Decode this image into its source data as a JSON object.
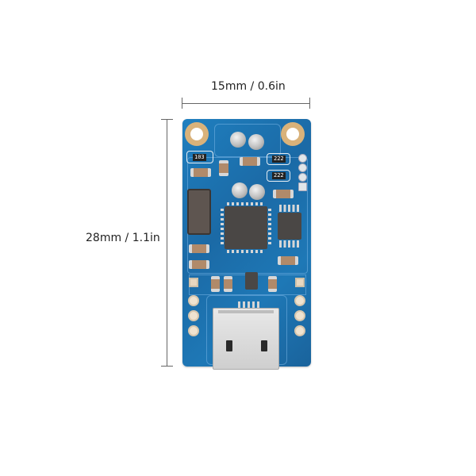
{
  "dimensions": {
    "width_label": "15mm / 0.6in",
    "height_label": "28mm / 1.1in"
  },
  "board": {
    "color": "#1b6aa6",
    "resistor_markings": [
      "103",
      "222",
      "222"
    ]
  },
  "colors": {
    "dimension_line": "#666666",
    "text": "#222222",
    "pad_gold": "#d9b27a"
  }
}
